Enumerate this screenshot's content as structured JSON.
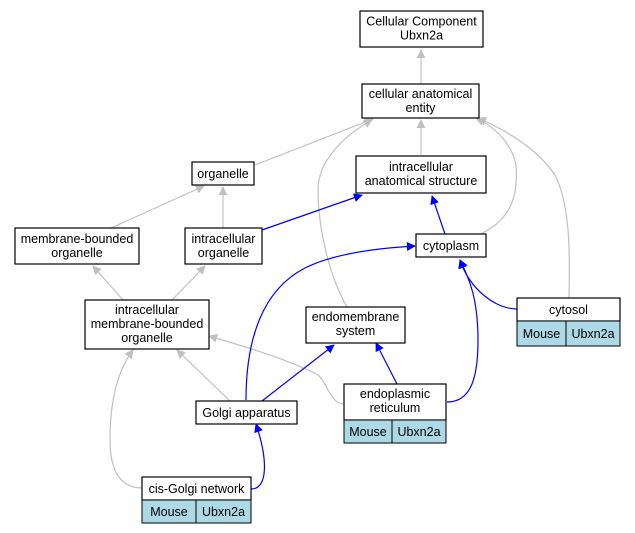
{
  "colors": {
    "gray_edge": "#c0c0c0",
    "blue_edge": "#0000ff",
    "annotation_fill": "#add8e6"
  },
  "nodes": {
    "cellular_component": [
      "Cellular Component",
      "Ubxn2a"
    ],
    "cellular_anatomical_entity": [
      "cellular anatomical",
      "entity"
    ],
    "organelle": [
      "organelle"
    ],
    "intracellular_anatomical_structure": [
      "intracellular",
      "anatomical structure"
    ],
    "membrane_bounded_organelle": [
      "membrane-bounded",
      "organelle"
    ],
    "intracellular_organelle": [
      "intracellular",
      "organelle"
    ],
    "cytoplasm": [
      "cytoplasm"
    ],
    "intracellular_membrane_bounded_organelle": [
      "intracellular",
      "membrane-bounded",
      "organelle"
    ],
    "endomembrane_system": [
      "endomembrane",
      "system"
    ],
    "cytosol": [
      "cytosol"
    ],
    "endoplasmic_reticulum": [
      "endoplasmic",
      "reticulum"
    ],
    "golgi_apparatus": [
      "Golgi apparatus"
    ],
    "cis_golgi_network": [
      "cis-Golgi network"
    ]
  },
  "annotations": {
    "cytosol": [
      "Mouse",
      "Ubxn2a"
    ],
    "endoplasmic_reticulum": [
      "Mouse",
      "Ubxn2a"
    ],
    "cis_golgi_network": [
      "Mouse",
      "Ubxn2a"
    ]
  }
}
